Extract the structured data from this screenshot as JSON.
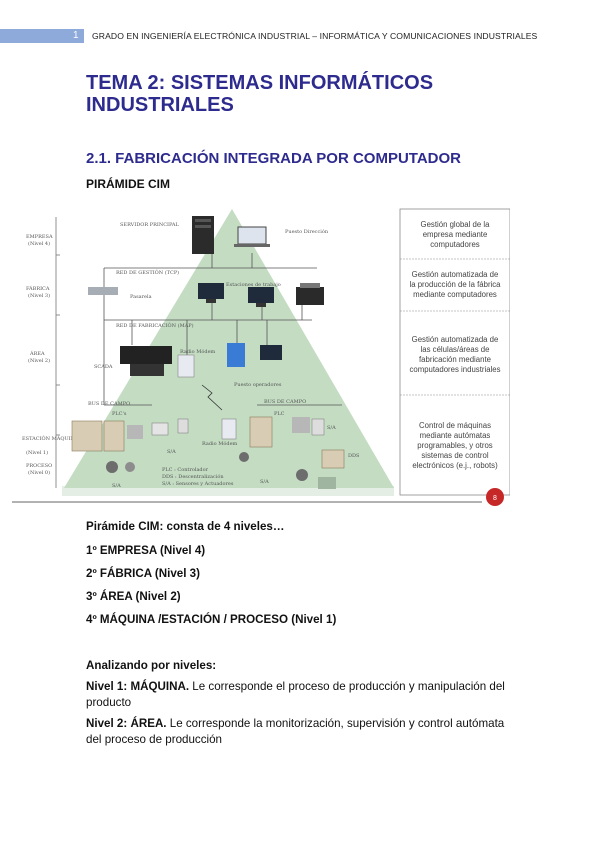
{
  "header": {
    "page_number": "1",
    "running_title": "GRADO EN INGENIERÍA ELECTRÓNICA INDUSTRIAL – INFORMÁTICA Y COMUNICACIONES INDUSTRIALES"
  },
  "title_line1": "TEMA 2: SISTEMAS INFORMÁTICOS",
  "title_line2": "INDUSTRIALES",
  "section_heading": "2.1.   FABRICACIÓN INTEGRADA POR COMPUTADOR",
  "subheading": "PIRÁMIDE CIM",
  "figure": {
    "left_levels": [
      {
        "name": "EMPRESA",
        "level": "(Nivel 4)"
      },
      {
        "name": "FÁBRICA",
        "level": "(Nivel 3)"
      },
      {
        "name": "ÁREA",
        "level": "(Nivel 2)"
      },
      {
        "name": "ESTACIÓN MÁQUINA",
        "level": "(Nivel 1)"
      },
      {
        "name": "PROCESO",
        "level": "(Nivel 0)"
      }
    ],
    "labels": {
      "servidor": "SERVIDOR PRINCIPAL",
      "puesto_dir": "Puesto Dirección",
      "red_gestion": "RED DE GESTIÓN (TCP)",
      "estaciones": "Estaciones de trabajo",
      "pasarela": "Pasarela",
      "red_fab": "RED DE FABRICACIÓN (MAP)",
      "scada": "SCADA",
      "radio_modem": "Radio Módem",
      "puesto_op": "Puesto operadores",
      "bus1": "BUS DE CAMPO",
      "bus2": "BUS DE CAMPO",
      "plcs": "PLC's",
      "plc": "PLC",
      "sa": "S/A",
      "dds": "DDS",
      "radio_modem2": "Radio Módem",
      "legend1": "PLC : Controlador",
      "legend2": "DDS : Descentralización",
      "legend3": "S/A : Sensores y Actuadores"
    },
    "right_boxes": [
      [
        "Gestión global de la",
        "empresa mediante",
        "computadores"
      ],
      [
        "Gestión automatizada de",
        "la producción de la fábrica",
        "mediante computadores"
      ],
      [
        "Gestión automatizada de",
        "las células/áreas de",
        "fabricación mediante",
        "computadores industriales"
      ],
      [
        "Control de máquinas",
        "mediante autómatas",
        "programables, y otros",
        "sistemas de control",
        "electrónicos (e.j., robots)"
      ]
    ],
    "badge": "8",
    "accent_color": "#c62828",
    "pyramid_color": "#c3dcc2"
  },
  "intro_line": "Pirámide CIM: consta de 4 niveles…",
  "levels": [
    "1º EMPRESA (Nivel 4)",
    "2º FÁBRICA (Nivel 3)",
    "3º ÁREA (Nivel 2)",
    "4º MÁQUINA /ESTACIÓN / PROCESO (Nivel 1)"
  ],
  "analysis_heading": "Analizando por niveles:",
  "paragraphs": [
    {
      "label": "Nivel 1: MÁQUINA.",
      "text": " Le corresponde el proceso de producción y manipulación del producto"
    },
    {
      "label": "Nivel 2: ÁREA.",
      "text": " Le corresponde la monitorización, supervisión y control autómata del proceso de producción"
    }
  ]
}
